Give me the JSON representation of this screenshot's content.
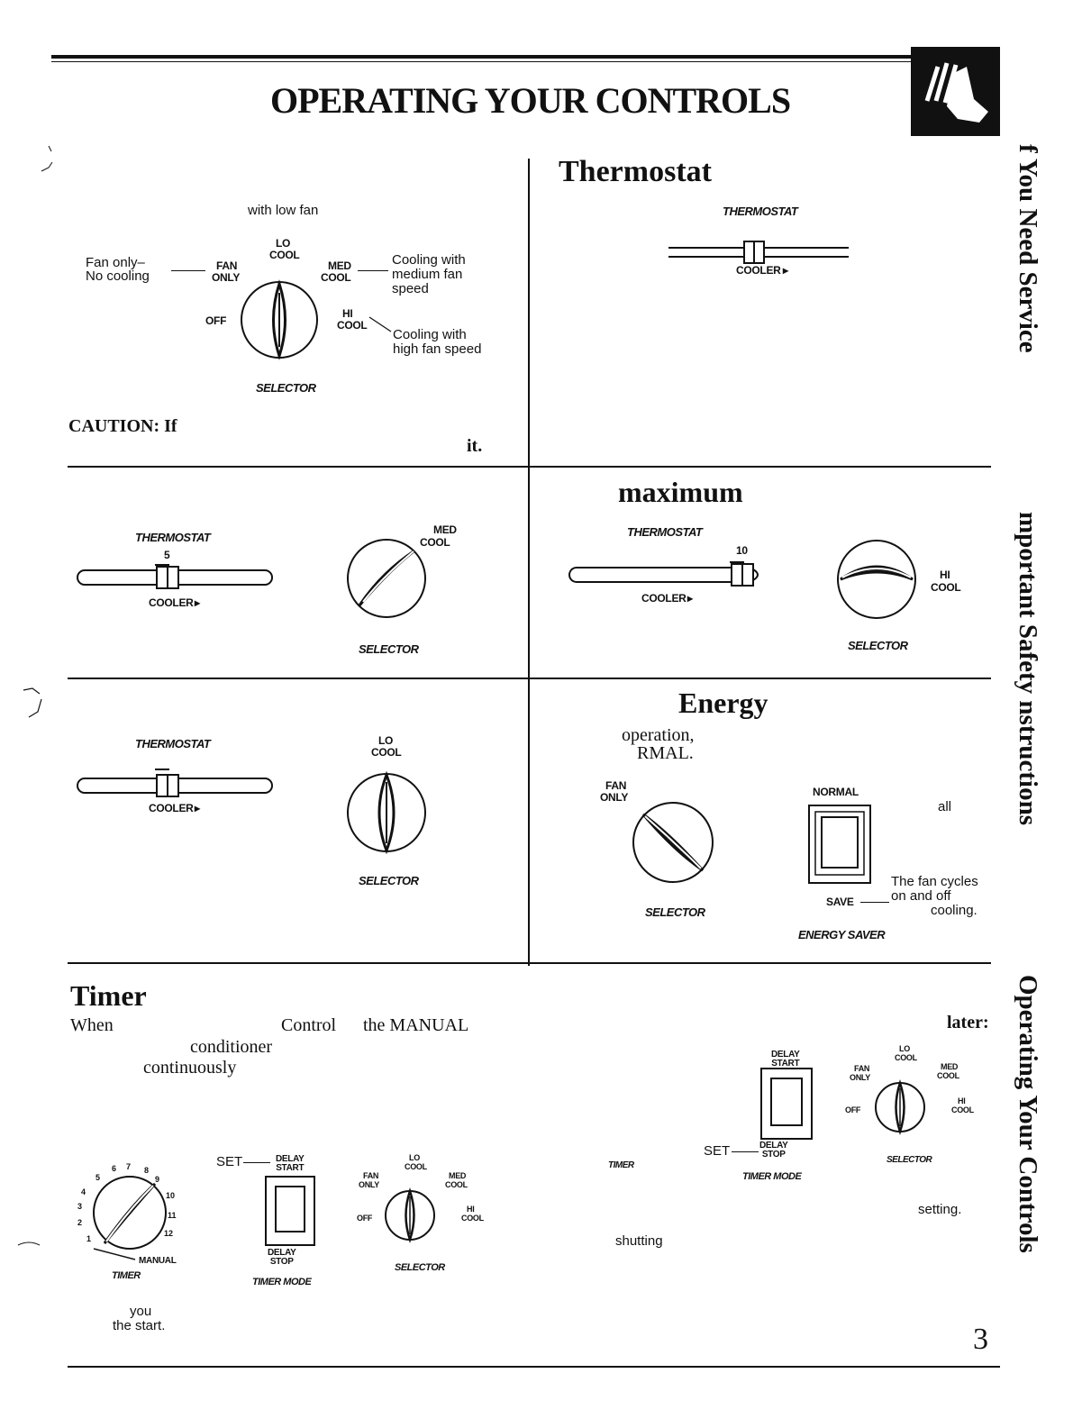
{
  "header": {
    "title": "OPERATING YOUR CONTROLS",
    "page_number": "3"
  },
  "side_tabs": [
    "f You Need Service",
    "mportant Safety  nstructions",
    "Operating Your Controls"
  ],
  "selector_section": {
    "lo_cool_note": "with low fan",
    "fan_only_note_1": "Fan only–",
    "fan_only_note_2": "No cooling",
    "med_cool_note_1": "Cooling with",
    "med_cool_note_2": "medium fan",
    "med_cool_note_3": "speed",
    "hi_cool_note_1": "Cooling with",
    "hi_cool_note_2": "high fan speed",
    "caution": "CAUTION: If",
    "caution_end": "it."
  },
  "knob_labels": {
    "lo": "LO",
    "cool": "COOL",
    "fan": "FAN",
    "only": "ONLY",
    "med": "MED",
    "hi": "HI",
    "off": "OFF",
    "selector": "SELECTOR",
    "thermostat": "THERMOSTAT",
    "cooler": "COOLER",
    "normal": "NORMAL",
    "save": "SAVE",
    "energy_saver": "ENERGY SAVER",
    "set": "SET",
    "delay": "DELAY",
    "start": "START",
    "stop": "STOP",
    "timer": "TIMER",
    "timer_mode": "TIMER MODE",
    "manual": "MANUAL"
  },
  "thermostat_section": {
    "heading": "Thermostat"
  },
  "example_1": {
    "setting": "5"
  },
  "maximum_section": {
    "heading": "maximum",
    "setting": "10"
  },
  "energy_section": {
    "heading": "Energy",
    "line_1": "operation,",
    "line_2": "RMAL.",
    "note_all": "all",
    "note_1": "The fan cycles",
    "note_2": "on and off",
    "note_3": "cooling."
  },
  "timer_section": {
    "heading": "Timer",
    "words": [
      "When",
      "Control",
      "the MANUAL",
      "conditioner",
      "continuously"
    ],
    "later": "later:",
    "note_you": "you",
    "note_start": "the start.",
    "note_setting": "setting.",
    "note_shutting": "shutting",
    "dial_numbers": [
      "1",
      "2",
      "3",
      "4",
      "5",
      "6",
      "7",
      "8",
      "9",
      "10",
      "11",
      "12"
    ]
  },
  "colors": {
    "ink": "#111111",
    "paper": "#ffffff"
  }
}
